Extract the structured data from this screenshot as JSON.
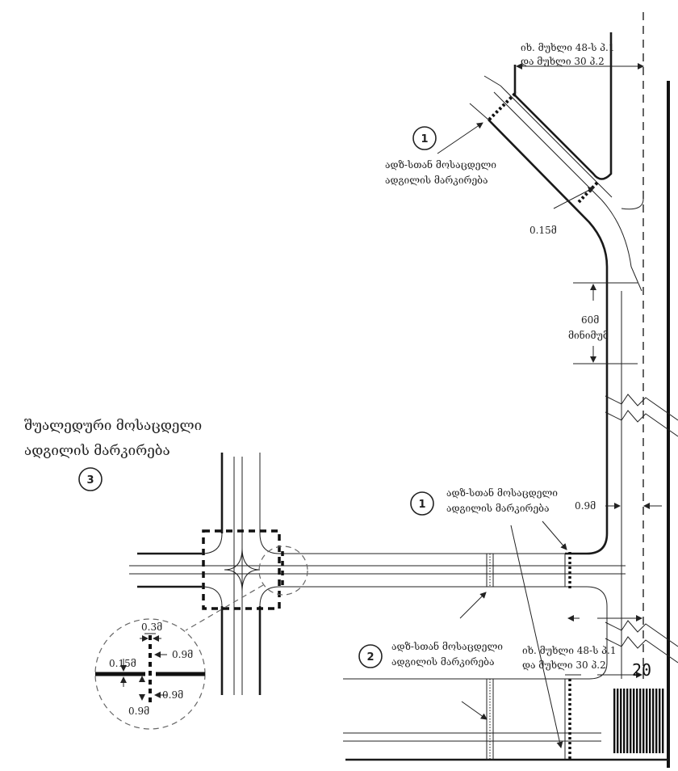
{
  "labels": {
    "ref_top_line1": "იხ. მუხლი 48-ს პ.1",
    "ref_top_line2": "და მუხლი 30 პ.2",
    "ref_bottom_line1": "იხ. მუხლი 48-ს პ.1",
    "ref_bottom_line2": "და მუხლი 30 პ.2",
    "callout1_top_line1": "ადზ-სთან მოსაცდელი",
    "callout1_top_line2": "ადგილის მარკირება",
    "callout1_mid_line1": "ადზ-სთან მოსაცდელი",
    "callout1_mid_line2": "ადგილის მარკირება",
    "callout2_line1": "ადზ-სთან მოსაცდელი",
    "callout2_line2": "ადგილის მარკირება",
    "callout3_line1": "შუალედური მოსაცდელი",
    "callout3_line2": "ადგილის მარკირება",
    "dim_015_top": "0.15მ",
    "dim_60": "60მ",
    "dim_min": "მინიმუმ",
    "dim_09_right": "0.9მ",
    "detail_03": "0.3მ",
    "detail_09_a": "0.9მ",
    "detail_015": "0.15მ",
    "detail_09_b": "0.9მ",
    "detail_09_c": "0.9მ"
  },
  "badges": {
    "n1_top": "1",
    "n1_mid": "1",
    "n2": "2",
    "n3": "3"
  },
  "sign": {
    "speed": "20"
  }
}
